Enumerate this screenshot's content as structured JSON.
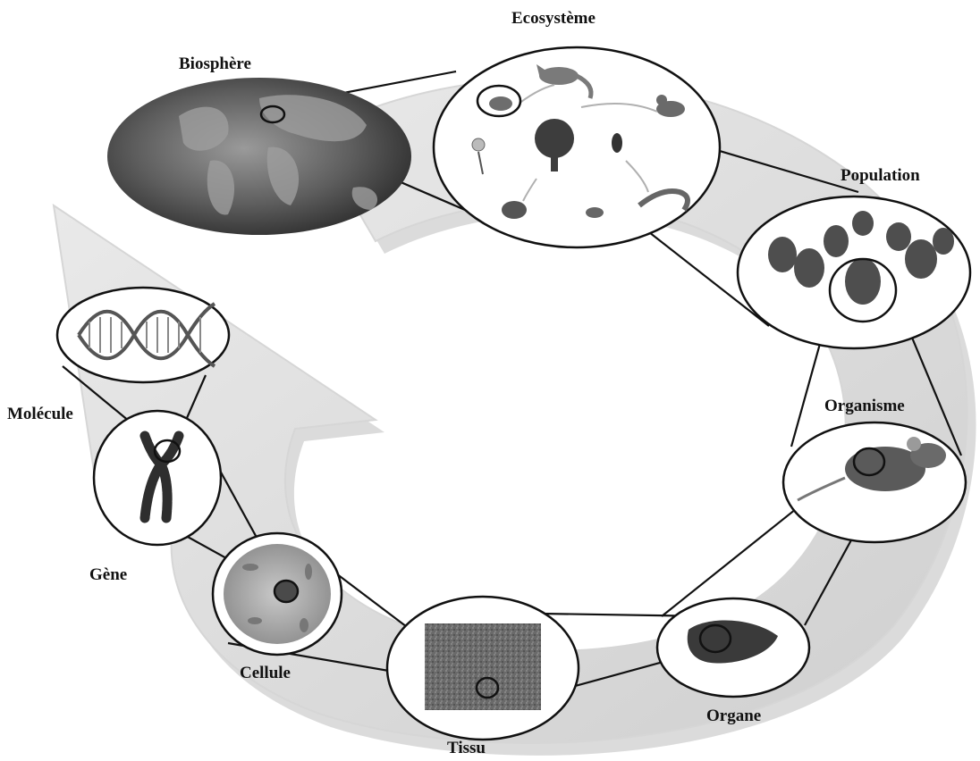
{
  "labels": {
    "biosphere": "Biosphère",
    "ecosysteme": "Ecosystème",
    "population": "Population",
    "organisme": "Organisme",
    "organe": "Organe",
    "tissu": "Tissu",
    "cellule": "Cellule",
    "gene": "Gène",
    "molecule": "Molécule"
  }
}
